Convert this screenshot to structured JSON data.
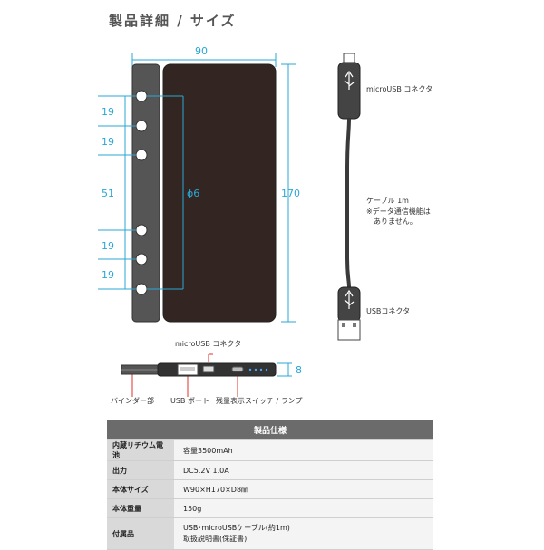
{
  "title": "製品詳細 / サイズ",
  "dims": {
    "width": "90",
    "height": "170",
    "gap_top1": "19",
    "gap_top2": "19",
    "gap_mid": "51",
    "gap_bot1": "19",
    "gap_bot2": "19",
    "hole": "ϕ6",
    "thickness": "8"
  },
  "cable": {
    "micro_label": "microUSB コネクタ",
    "cable_label": "ケーブル 1m",
    "note_line1": "※データ通信機能は",
    "note_line2": "ありません。",
    "usb_label": "USBコネクタ"
  },
  "side": {
    "micro_label": "microUSB コネクタ",
    "binder_label": "バインダー部",
    "usb_port_label": "USB ポート",
    "switch_label": "残量表示スイッチ / ランプ"
  },
  "spec": {
    "header": "製品仕様",
    "rows": [
      {
        "key": "内蔵リチウム電池",
        "value": "容量3500mAh"
      },
      {
        "key": "出力",
        "value": "DC5.2V  1.0A"
      },
      {
        "key": "本体サイズ",
        "value": "W90×H170×D8㎜"
      },
      {
        "key": "本体重量",
        "value": "150g"
      },
      {
        "key": "付属品",
        "value_line1": "USB･microUSBケーブル(約1m)",
        "value_line2": "取扱説明書(保証書)"
      }
    ]
  }
}
